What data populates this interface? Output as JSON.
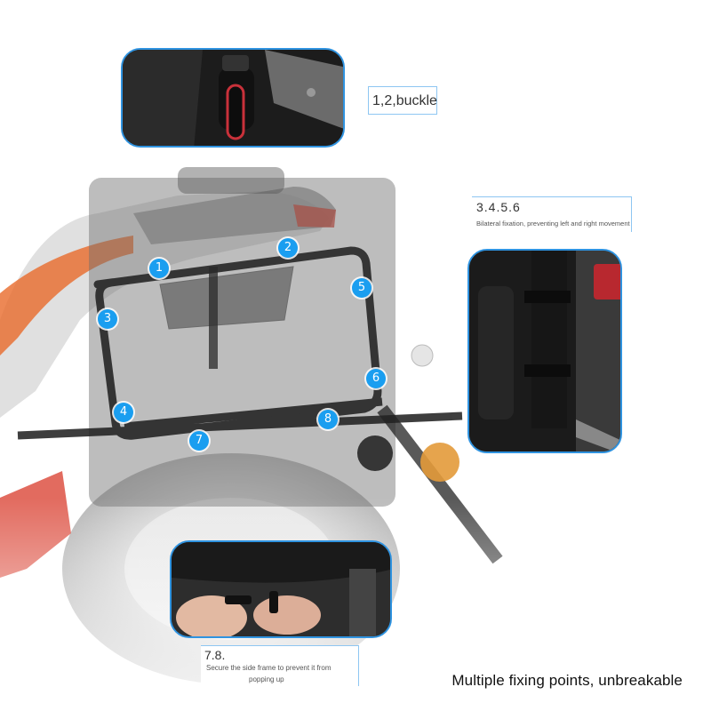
{
  "callouts": {
    "buckle": {
      "title": "1,2,buckle"
    },
    "bilateral": {
      "title": "3.4.5.6",
      "desc": "Bilateral fixation, preventing left and right movement"
    },
    "side_frame": {
      "title": "7.8.",
      "desc_line1": "Secure the side frame to prevent it from",
      "desc_line2": "popping up"
    }
  },
  "markers": [
    "1",
    "2",
    "3",
    "4",
    "5",
    "6",
    "7",
    "8"
  ],
  "caption": "Multiple fixing points, unbreakable",
  "colors": {
    "marker": "#1a9ef0",
    "frame_border": "#2f93e0",
    "label_border": "#8ec6f2",
    "accent_red": "#d83a2a",
    "accent_orange": "#e96a2a"
  }
}
